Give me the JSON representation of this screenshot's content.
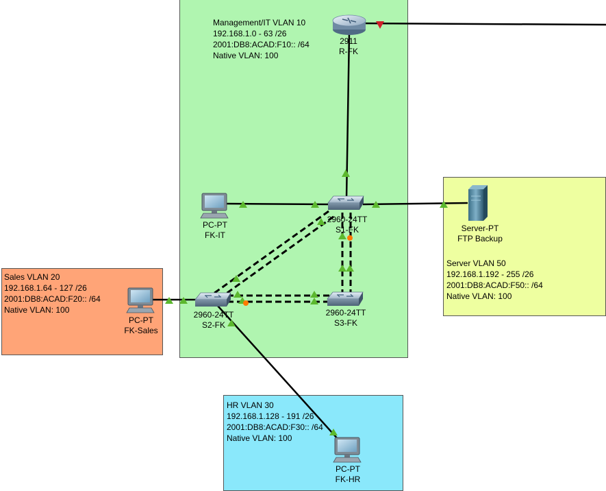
{
  "zones": {
    "management": {
      "lines": [
        "Management/IT VLAN 10",
        "192.168.1.0 - 63 /26",
        "2001:DB8:ACAD:F10:: /64",
        "Native VLAN: 100"
      ],
      "color": "#b0f5b0"
    },
    "sales": {
      "lines": [
        "Sales VLAN 20",
        "192.168.1.64 - 127 /26",
        "2001:DB8:ACAD:F20:: /64",
        "Native VLAN: 100"
      ],
      "color": "#ffa477"
    },
    "hr": {
      "lines": [
        "HR VLAN 30",
        "192.168.1.128 - 191 /26",
        "2001:DB8:ACAD:F30:: /64",
        "Native VLAN: 100"
      ],
      "color": "#8ae8fb"
    },
    "server": {
      "lines": [
        "Server VLAN 50",
        "192.168.1.192 - 255 /26",
        "2001:DB8:ACAD:F50:: /64",
        "Native VLAN: 100"
      ],
      "color": "#eeffa0"
    }
  },
  "devices": {
    "router": {
      "model": "2911",
      "name": "R-FK",
      "icon": "router-icon"
    },
    "s1": {
      "model": "2960-24TT",
      "name": "S1-FK",
      "icon": "switch-icon"
    },
    "s2": {
      "model": "2960-24TT",
      "name": "S2-FK",
      "icon": "switch-icon"
    },
    "s3": {
      "model": "2960-24TT",
      "name": "S3-FK",
      "icon": "switch-icon"
    },
    "pc_it": {
      "model": "PC-PT",
      "name": "FK-IT",
      "icon": "pc-icon"
    },
    "pc_sales": {
      "model": "PC-PT",
      "name": "FK-Sales",
      "icon": "pc-icon"
    },
    "pc_hr": {
      "model": "PC-PT",
      "name": "FK-HR",
      "icon": "pc-icon"
    },
    "server": {
      "model": "Server-PT",
      "name": "FTP Backup",
      "icon": "server-icon"
    }
  },
  "status_colors": {
    "up": "#5cb82e",
    "blocking": "#ff7a00",
    "down": "#d0202a"
  }
}
